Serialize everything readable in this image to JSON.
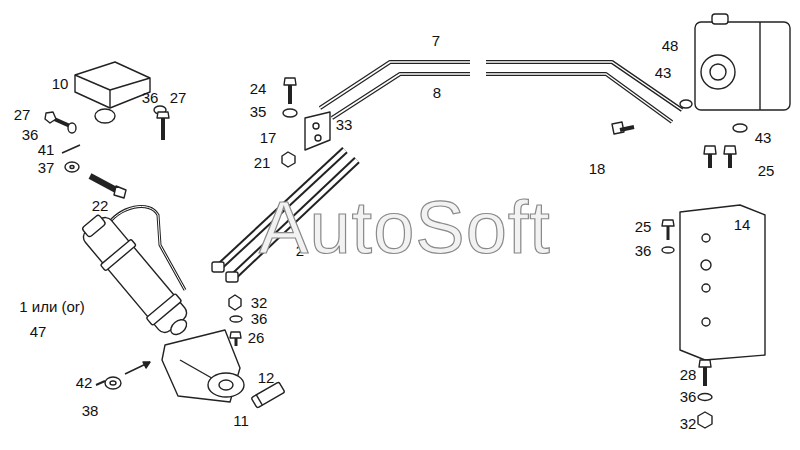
{
  "diagram": {
    "labels": [
      "10",
      "27",
      "36",
      "36",
      "27",
      "41",
      "37",
      "22",
      "24",
      "35",
      "17",
      "33",
      "21",
      "7",
      "8",
      "48",
      "43",
      "43",
      "18",
      "25",
      "14",
      "25",
      "36",
      "2",
      "1 или (or)",
      "47",
      "32",
      "36",
      "26",
      "42",
      "38",
      "11",
      "12",
      "28",
      "36",
      "32",
      "AutoSoft"
    ]
  }
}
